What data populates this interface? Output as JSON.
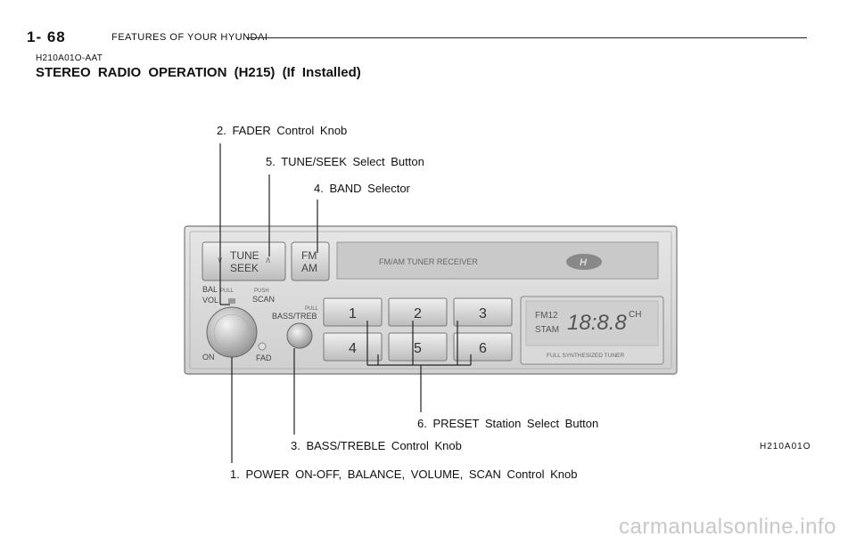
{
  "header": {
    "page_number": "1- 68",
    "running_title": "FEATURES OF YOUR HYUNDAI"
  },
  "section": {
    "code": "H210A01O-AAT",
    "title": "STEREO RADIO OPERATION (H215) (If Installed)"
  },
  "callouts": {
    "fader": "2. FADER Control Knob",
    "tune_seek": "5. TUNE/SEEK Select Button",
    "band": "4. BAND Selector",
    "preset": "6. PRESET Station Select Button",
    "bass_treble": "3. BASS/TREBLE Control Knob",
    "power": "1. POWER ON-OFF, BALANCE, VOLUME, SCAN Control Knob"
  },
  "figure_code": "H210A01O",
  "radio": {
    "tune_label_1": "TUNE",
    "tune_label_2": "SEEK",
    "band_label_1": "FM",
    "band_label_2": "AM",
    "tuner_strip": "FM/AM TUNER RECEIVER",
    "bal": "BAL",
    "pull_1": "PULL",
    "vol": "VOL",
    "push": "PUSH",
    "scan": "SCAN",
    "pull_2": "PULL",
    "bass_treb": "BASS/TREB",
    "on": "ON",
    "fad": "FAD",
    "presets": [
      "1",
      "2",
      "3",
      "4",
      "5",
      "6"
    ],
    "display": {
      "band": "FM12",
      "stm": "STAM",
      "digits": "18:8.8",
      "ch": "CH",
      "footer": "FULL SYNTHESIZED TUNER"
    }
  },
  "watermark": "carmanualsonline.info"
}
